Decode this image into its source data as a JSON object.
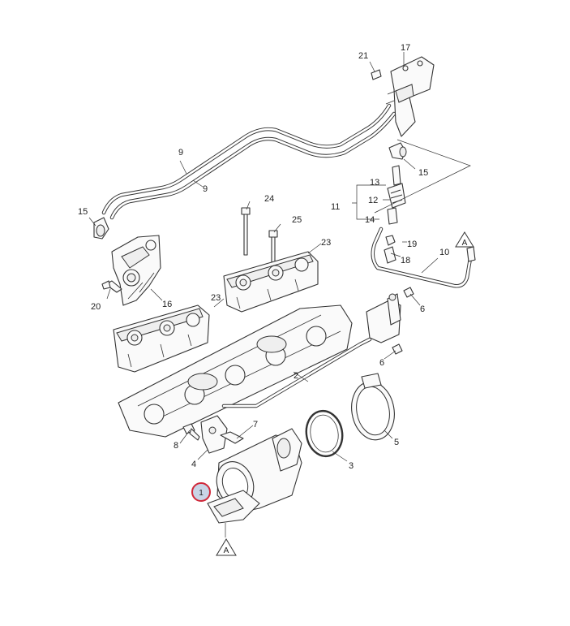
{
  "diagram": {
    "callouts": {
      "c1": "1",
      "c2": "2",
      "c3": "3",
      "c4": "4",
      "c5": "5",
      "c6a": "6",
      "c6b": "6",
      "c7": "7",
      "c8": "8",
      "c9a": "9",
      "c9b": "9",
      "c10": "10",
      "c11": "11",
      "c12": "12",
      "c13": "13",
      "c14": "14",
      "c15a": "15",
      "c15b": "15",
      "c16": "16",
      "c17": "17",
      "c18": "18",
      "c19": "19",
      "c20": "20",
      "c21": "21",
      "c23a": "23",
      "c23b": "23",
      "c24": "24",
      "c25": "25"
    },
    "refs": {
      "ref_top": "A",
      "ref_bottom": "A"
    },
    "highlight_color": "#d0283a",
    "highlight_fill": "#c9d4e6"
  }
}
